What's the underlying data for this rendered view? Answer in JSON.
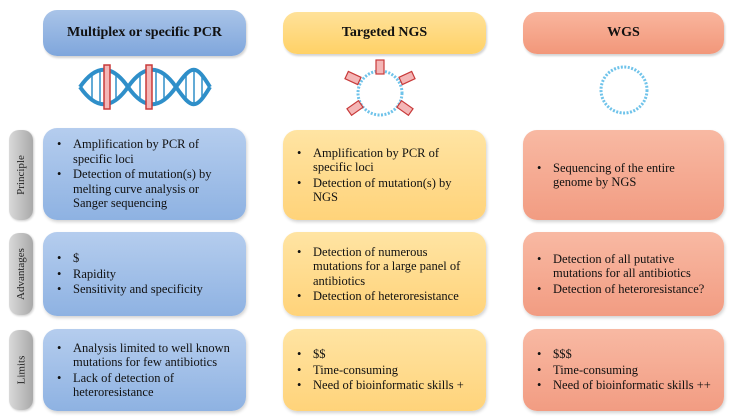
{
  "columns": {
    "pcr": {
      "title": "Multiplex or specific PCR"
    },
    "ngs": {
      "title": "Targeted NGS"
    },
    "wgs": {
      "title": "WGS"
    }
  },
  "rows": {
    "principle": "Principle",
    "advantages": "Advantages",
    "limits": "Limits"
  },
  "cells": {
    "principle": {
      "pcr": [
        "Amplification by PCR of specific loci",
        "Detection of mutation(s) by melting curve analysis or Sanger sequencing"
      ],
      "ngs": [
        "Amplification by PCR of specific loci",
        "Detection of mutation(s) by NGS"
      ],
      "wgs": [
        "Sequencing of the entire genome by NGS"
      ]
    },
    "advantages": {
      "pcr": [
        "$",
        "Rapidity",
        "Sensitivity and specificity"
      ],
      "ngs": [
        "Detection of numerous mutations for a large panel of antibiotics",
        "Detection of heteroresistance"
      ],
      "wgs": [
        "Detection of all putative mutations for all antibiotics",
        "Detection of heteroresistance?"
      ]
    },
    "limits": {
      "pcr": [
        "Analysis limited to well known mutations for few antibiotics",
        "Lack of detection of heteroresistance"
      ],
      "ngs": [
        "$$",
        "Time-consuming",
        "Need of bioinformatic skills +"
      ],
      "wgs": [
        "$$$",
        "Time-consuming",
        "Need of bioinformatic skills ++"
      ]
    }
  },
  "colors": {
    "dna_strand": "#2f8fc9",
    "marker_fill": "#f4b6b6",
    "marker_stroke": "#c83a3a",
    "circle_strand": "#6fc3ea"
  },
  "icons": {
    "pcr": "dna-double-helix-icon",
    "ngs": "circular-genome-targeted-icon",
    "wgs": "circular-genome-icon"
  }
}
